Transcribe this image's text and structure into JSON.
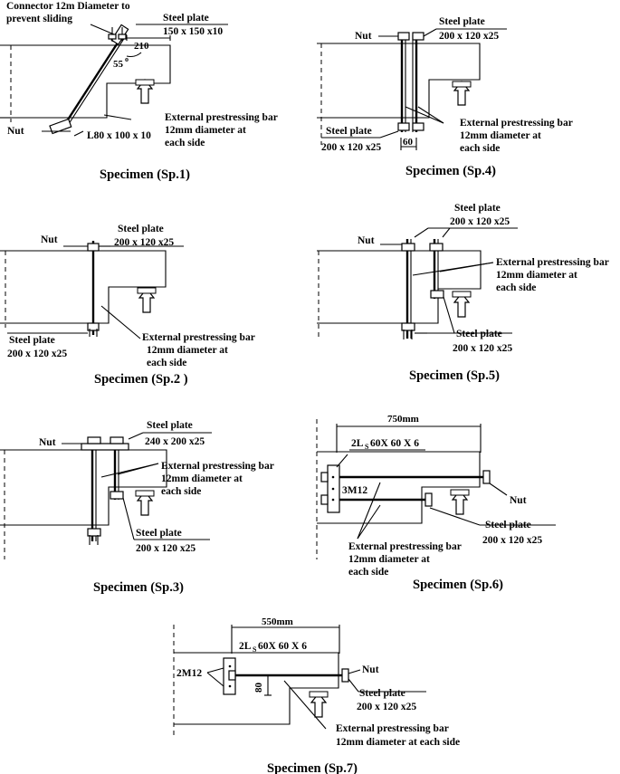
{
  "sp1": {
    "connector_line1": "Connector 12m Diameter to",
    "connector_line2": "prevent sliding",
    "plate_title": "Steel plate",
    "plate_size": "150 x 150 x10",
    "dim_210": "210",
    "angle": "55",
    "angle_symbol": "o",
    "nut": "Nut",
    "angle_section": "L80 x 100 x 10",
    "bar_line1": "External prestressing bar",
    "bar_line2": "12mm diameter at",
    "bar_line3": "each side",
    "caption": "Specimen (Sp.1)"
  },
  "sp2": {
    "nut": "Nut",
    "plate_top_title": "Steel plate",
    "plate_top_size": "200 x 120 x25",
    "plate_bot_title": "Steel plate",
    "plate_bot_size": "200 x 120 x25",
    "bar_line1": "External prestressing bar",
    "bar_line2": "12mm diameter at",
    "bar_line3": "each side",
    "caption": "Specimen (Sp.2 )"
  },
  "sp3": {
    "nut": "Nut",
    "plate_top_title": "Steel plate",
    "plate_top_size": "240 x 200 x25",
    "bar_line1": "External prestressing bar",
    "bar_line2": "12mm diameter at",
    "bar_line3": "each side",
    "plate_bot_title": "Steel plate",
    "plate_bot_size": "200 x 120 x25",
    "caption": "Specimen (Sp.3)"
  },
  "sp4": {
    "nut": "Nut",
    "plate_top_title": "Steel plate",
    "plate_top_size": "200 x 120 x25",
    "plate_bot_title": "Steel plate",
    "plate_bot_size": "200 x 120 x25",
    "dim_60": "60",
    "bar_line1": "External prestressing bar",
    "bar_line2": "12mm diameter at",
    "bar_line3": "each side",
    "caption": "Specimen (Sp.4)"
  },
  "sp5": {
    "nut": "Nut",
    "plate_top_title": "Steel plate",
    "plate_top_size": "200 x 120 x25",
    "bar_line1": "External prestressing bar",
    "bar_line2": "12mm diameter at",
    "bar_line3": "each side",
    "plate_bot_title": "Steel plate",
    "plate_bot_size": "200 x 120 x25",
    "caption": "Specimen (Sp.5)"
  },
  "sp6": {
    "dim_750": "750mm",
    "angle_prefix": "2L",
    "angle_sub": "S",
    "angle_suffix": "60X 60 X 6",
    "bolts": "3M12",
    "nut": "Nut",
    "plate_title": "Steel plate",
    "plate_size": "200 x 120 x25",
    "bar_line1": "External prestressing bar",
    "bar_line2": "12mm diameter at",
    "bar_line3": "each side",
    "caption": "Specimen (Sp.6)"
  },
  "sp7": {
    "dim_550": "550mm",
    "angle_prefix": "2L",
    "angle_sub": "S",
    "angle_suffix": "60X 60 X 6",
    "bolts": "2M12",
    "dim_80": "80",
    "nut": "Nut",
    "plate_title": "Steel plate",
    "plate_size": "200 x 120 x25",
    "bar_line1": "External prestressing bar",
    "bar_line2": "12mm diameter at each side",
    "caption": "Specimen (Sp.7)"
  }
}
